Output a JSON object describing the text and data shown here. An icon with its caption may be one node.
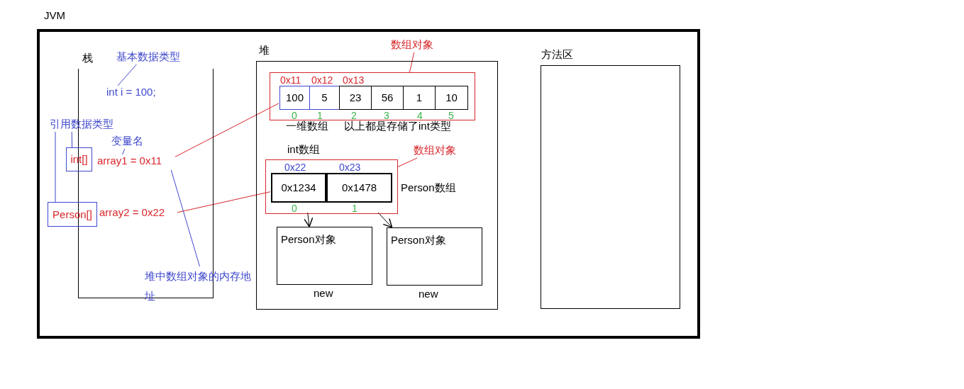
{
  "diagram": {
    "nodes": [
      {
        "text": [
          "JVM"
        ]
      },
      {
        "text": [
          "栈"
        ],
        "in": 0
      },
      {
        "text": [
          "堆"
        ],
        "in": 0
      },
      {
        "text": [
          "方法区"
        ],
        "in": 0
      },
      {
        "text": [
          "基本数据类型"
        ],
        "in": 0
      },
      {
        "text": [
          "int i = 100;"
        ],
        "in": 1
      },
      {
        "text": [
          "引用数据类型"
        ],
        "in": 0
      },
      {
        "text": [
          "int[]"
        ],
        "in": 0
      },
      {
        "text": [
          "array1 = 0x11"
        ],
        "in": 1
      },
      {
        "text": [
          "变量名"
        ],
        "in": 1
      },
      {
        "text": [
          "Person[]"
        ],
        "in": 0
      },
      {
        "text": [
          "array2 = 0x22"
        ],
        "in": 1
      },
      {
        "text": [
          "堆中数组对象的内存地址"
        ],
        "in": 0
      },
      {
        "text": [
          "数组对象"
        ],
        "in": 0
      },
      {
        "text": [],
        "shape": "box",
        "in": 2
      },
      {
        "text": [
          "100"
        ],
        "beside": [
          "0x11",
          "0"
        ],
        "in": 14
      },
      {
        "text": [
          "5"
        ],
        "beside": [
          "0x12",
          "1"
        ],
        "in": 14
      },
      {
        "text": [
          "23"
        ],
        "beside": [
          "0x13",
          "2"
        ],
        "in": 14
      },
      {
        "text": [
          "56"
        ],
        "beside": [
          "3"
        ],
        "in": 14
      },
      {
        "text": [
          "1"
        ],
        "beside": [
          "4"
        ],
        "in": 14
      },
      {
        "text": [
          "10"
        ],
        "beside": [
          "5"
        ],
        "in": 14
      },
      {
        "text": [
          "数组对象"
        ],
        "in": 2
      },
      {
        "text": [],
        "shape": "box",
        "in": 2
      },
      {
        "text": [
          "0x1234"
        ],
        "beside": [
          "0x22",
          "0"
        ],
        "in": 22
      },
      {
        "text": [
          "0x1478"
        ],
        "beside": [
          "0x23",
          "1"
        ],
        "in": 22
      },
      {
        "text": [
          "Person对象"
        ],
        "beside": [
          "new"
        ],
        "in": 2
      },
      {
        "text": [
          "Person对象"
        ],
        "beside": [
          "new"
        ],
        "in": 2
      }
    ],
    "edges": [
      {
        "from": 4,
        "to": 5,
        "arrow": "none"
      },
      {
        "from": 6,
        "to": 7,
        "arrow": "none"
      },
      {
        "from": 6,
        "to": 10,
        "arrow": "none"
      },
      {
        "from": 9,
        "to": 8,
        "arrow": "none"
      },
      {
        "from": 12,
        "to": 8,
        "arrow": "none"
      },
      {
        "from": 8,
        "to": 15,
        "arrow": "none",
        "color": "#d8262b"
      },
      {
        "from": 11,
        "to": 23,
        "arrow": "none",
        "color": "#d8262b"
      },
      {
        "from": 13,
        "to": 14,
        "arrow": "none",
        "color": "#d8262b"
      },
      {
        "from": 21,
        "to": 22,
        "arrow": "none",
        "color": "#d8262b"
      },
      {
        "from": 23,
        "to": 25,
        "arrow": "to",
        "color": "#000000"
      },
      {
        "from": 24,
        "to": 26,
        "arrow": "to",
        "color": "#000000"
      }
    ],
    "labels": [
      "一维数组",
      "以上都是存储了int类型",
      "int数组",
      "Person数组"
    ]
  }
}
